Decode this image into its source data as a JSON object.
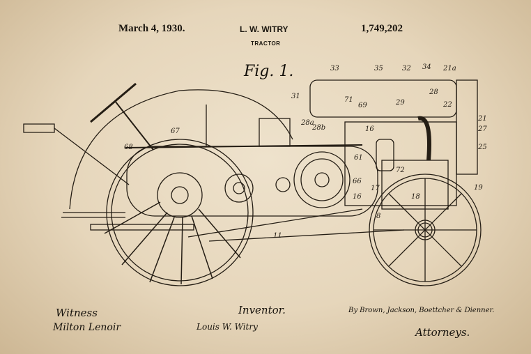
{
  "header": {
    "date": "March 4, 1930.",
    "inventor": "L. W. WITRY",
    "patent_number": "1,749,202",
    "title": "TRACTOR"
  },
  "figure": {
    "label": "Fig. 1.",
    "refs": [
      "33",
      "35",
      "32",
      "34",
      "21a",
      "31",
      "28",
      "71",
      "69",
      "29",
      "22",
      "28a",
      "28b",
      "16",
      "21",
      "27",
      "25",
      "67",
      "68",
      "61",
      "72",
      "66",
      "17",
      "19",
      "18",
      "16",
      "8",
      "11"
    ]
  },
  "footer": {
    "witness_label": "Witness",
    "witness_signature": "Milton Lenoir",
    "inventor_label": "Inventor.",
    "inventor_signature": "Louis W. Witry",
    "attorneys_by": "By Brown, Jackson, Boettcher & Dienner.",
    "attorneys_label": "Attorneys."
  }
}
